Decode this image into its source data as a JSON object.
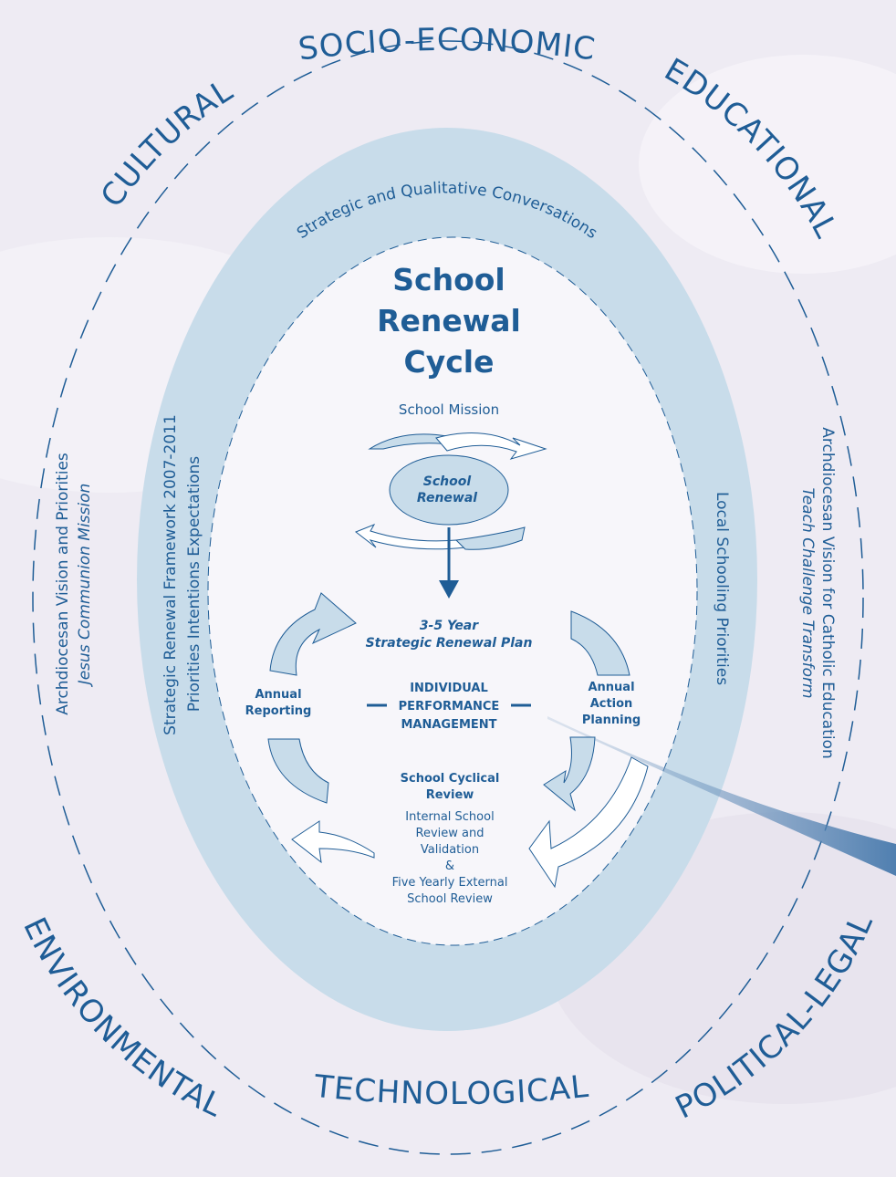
{
  "outer_ring": {
    "top": "SOCIO-ECONOMIC",
    "top_right": "EDUCATIONAL",
    "top_left": "CULTURAL",
    "bottom_left": "ENVIRONMENTAL",
    "bottom_right": "POLITICAL-LEGAL",
    "bottom": "TECHNOLOGICAL"
  },
  "left_outer": {
    "line1": "Archdiocesan Vision and Priorities",
    "line2": "Jesus Communion Mission"
  },
  "right_outer": {
    "line1": "Archdiocesan Vision for Catholic Education",
    "line2": "Teach Challenge Transform"
  },
  "band": {
    "top": "Strategic and Qualitative Conversations",
    "left_line1": "Strategic Renewal Framework 2007-2011",
    "left_line2": "Priorities Intentions Expectations",
    "right": "Local Schooling Priorities"
  },
  "center": {
    "title_line1": "School",
    "title_line2": "Renewal",
    "title_line3": "Cycle",
    "mission": "School Mission",
    "renewal_line1": "School",
    "renewal_line2": "Renewal",
    "plan_line1": "3-5 Year",
    "plan_line2": "Strategic Renewal Plan",
    "ipm_line1": "INDIVIDUAL",
    "ipm_line2": "PERFORMANCE",
    "ipm_line3": "MANAGEMENT",
    "reporting_line1": "Annual",
    "reporting_line2": "Reporting",
    "action_line1": "Annual",
    "action_line2": "Action",
    "action_line3": "Planning",
    "review_title1": "School Cyclical",
    "review_title2": "Review",
    "review_l1": "Internal School",
    "review_l2": "Review and",
    "review_l3": "Validation",
    "review_l4": "&",
    "review_l5": "Five Yearly External",
    "review_l6": "School Review"
  },
  "colors": {
    "text": "#1f5d96",
    "band": "#c8dcea",
    "background": "#eeebf3"
  }
}
